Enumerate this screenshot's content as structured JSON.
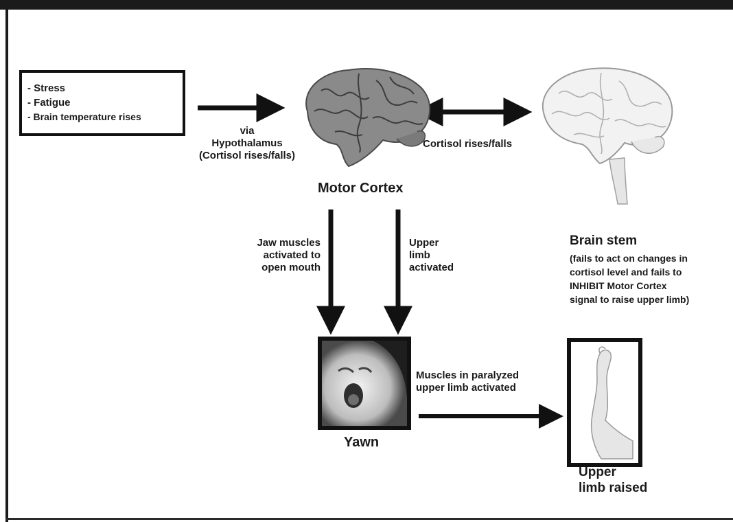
{
  "causes": [
    "- Stress",
    "- Fatigue",
    "- Brain temperature rises"
  ],
  "labels": {
    "via_line1": "via",
    "via_line2": "Hypothalamus",
    "via_line3": "(Cortisol rises/falls)",
    "cortisol_link": "Cortisol rises/falls",
    "motor_cortex": "Motor Cortex",
    "jaw_line1": "Jaw muscles",
    "jaw_line2": "activated to",
    "jaw_line3": "open mouth",
    "upper_line1": "Upper",
    "upper_line2": "limb",
    "upper_line3": "activated",
    "brain_stem_title": "Brain stem",
    "brain_stem_note": [
      "(fails to act on changes in",
      "cortisol level and fails to",
      "INHIBIT Motor Cortex",
      "signal to raise upper limb)"
    ],
    "yawn": "Yawn",
    "paralyzed_line1": "Muscles in paralyzed",
    "paralyzed_line2": "upper limb activated",
    "raised_line1": "Upper",
    "raised_line2": "limb raised"
  },
  "colors": {
    "ink": "#111111",
    "frame": "#1b1b1b",
    "brain_dark": "#6f6f6f",
    "brain_light": "#e4e4e4"
  }
}
